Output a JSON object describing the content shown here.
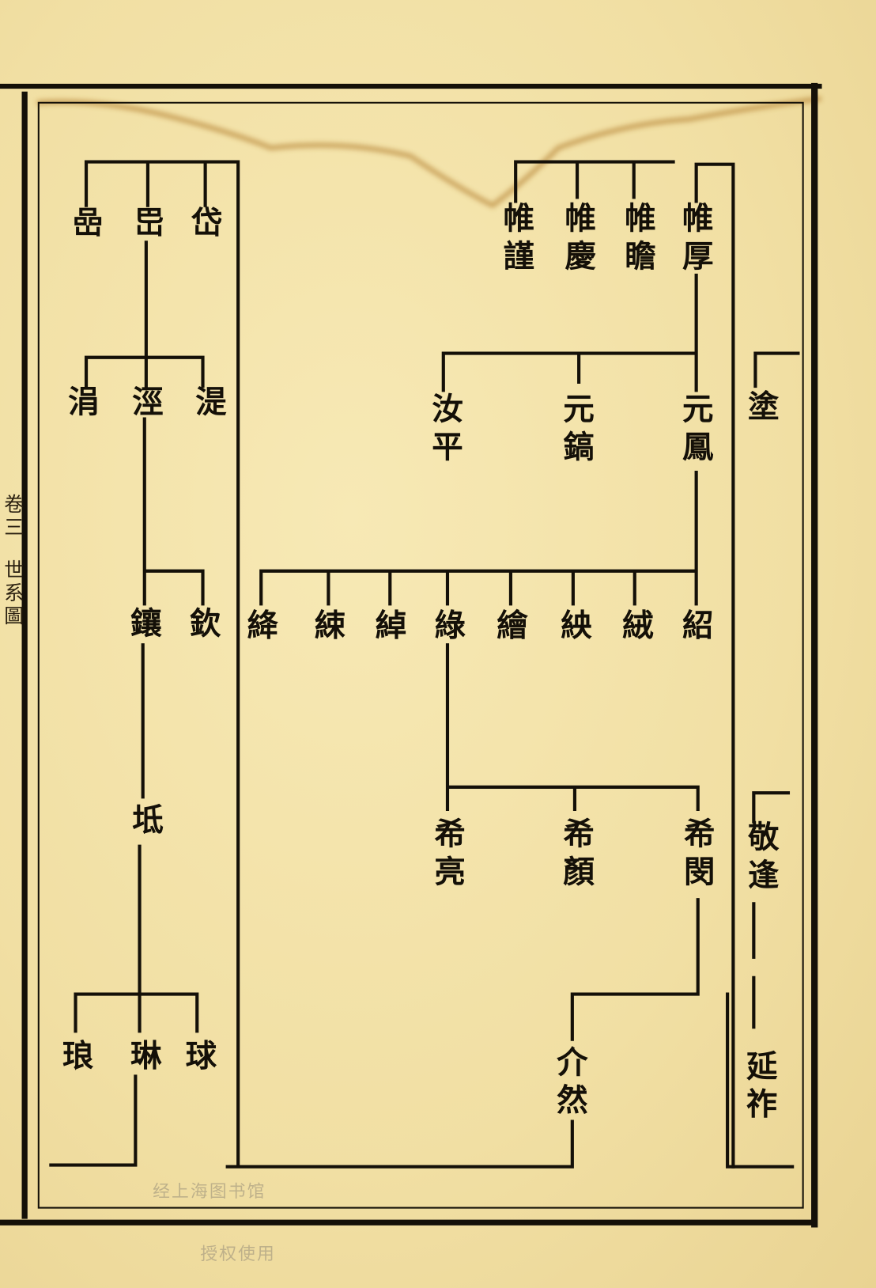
{
  "margin": {
    "volume": "卷三",
    "section": "世系圖"
  },
  "watermark": {
    "line1": "经上海图书馆",
    "line2": "授权使用"
  },
  "colors": {
    "paper": "#f1e0a6",
    "ink": "#141008",
    "stain": "#b07a2a"
  },
  "tree": {
    "left": {
      "gen1": [
        "嵒",
        "岊",
        "岱"
      ],
      "gen2": [
        "涓",
        "涇",
        "湜"
      ],
      "gen3": [
        "鑲",
        "欽"
      ],
      "gen4": [
        "坻"
      ],
      "gen5": [
        "琅",
        "琳",
        "球"
      ]
    },
    "right": {
      "gen1": [
        "帷謹",
        "帷慶",
        "帷瞻",
        "帷厚"
      ],
      "gen2": [
        "汝平",
        "元鎬",
        "元鳳"
      ],
      "gen3": [
        "絳",
        "綀",
        "綽",
        "綠",
        "繪",
        "紻",
        "絨",
        "紹"
      ],
      "gen4": [
        "希亮",
        "希顏",
        "希閔"
      ],
      "gen5": [
        "介然"
      ]
    },
    "far_right": [
      "塗",
      "敬逢",
      "延祚"
    ]
  }
}
